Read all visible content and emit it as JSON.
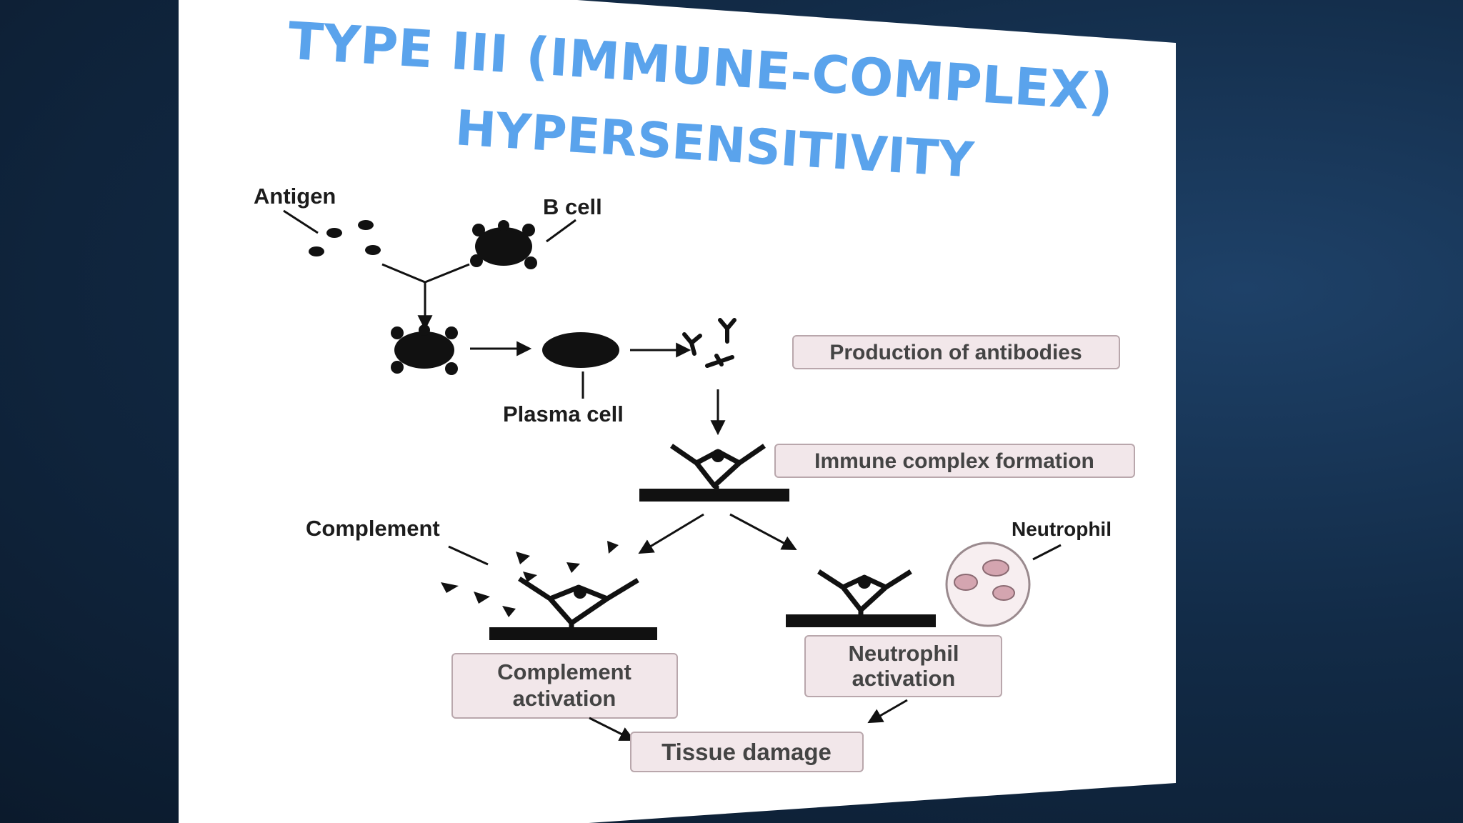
{
  "title": {
    "line1": "TYPE III (IMMUNE-COMPLEX)",
    "line2": "HYPERSENSITIVITY"
  },
  "labels": {
    "antigen": "Antigen",
    "b_cell": "B cell",
    "plasma_cell": "Plasma cell",
    "complement": "Complement",
    "neutrophil": "Neutrophil"
  },
  "steps": {
    "production": "Production of antibodies",
    "immune_complex": "Immune complex formation",
    "complement_activation_1": "Complement",
    "complement_activation_2": "activation",
    "neutrophil_activation_1": "Neutrophil",
    "neutrophil_activation_2": "activation",
    "tissue_damage": "Tissue damage"
  },
  "colors": {
    "background": "#0f2540",
    "title": "#5aa3ec",
    "step_box_fill": "#f2e7ea",
    "neutrophil_fill": "#e6c0c8"
  }
}
